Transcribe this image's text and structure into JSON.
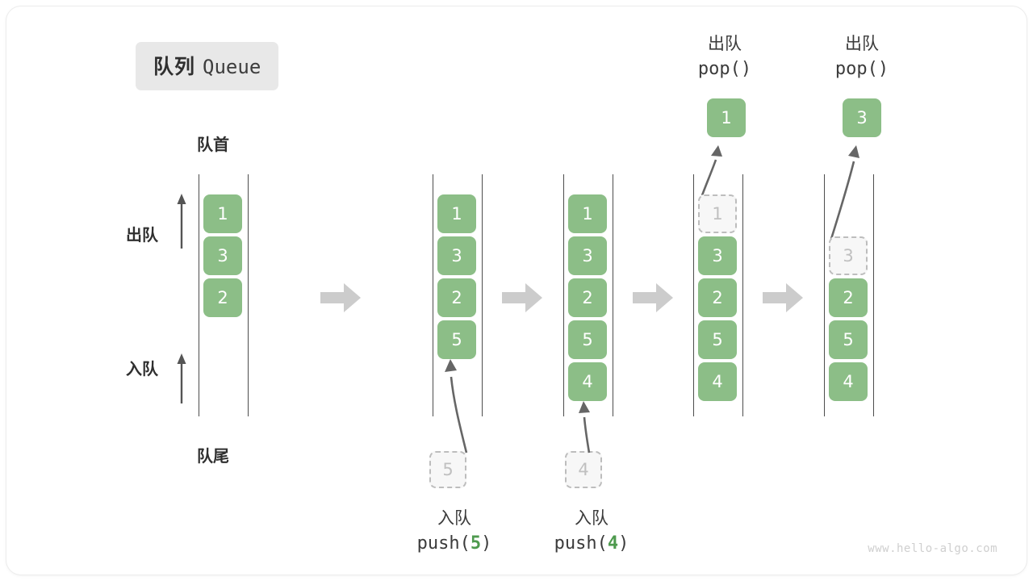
{
  "title": {
    "cn": "队列",
    "en": "Queue"
  },
  "labels": {
    "head": "队首",
    "tail": "队尾",
    "dequeue": "出队",
    "enqueue": "入队"
  },
  "colors": {
    "cell_fill": "#8cbe87",
    "cell_text": "#ffffff",
    "ghost_fill": "#f7f7f7",
    "ghost_border": "#bdbdbd",
    "ghost_text": "#c0c0c0",
    "rail": "#4d4d4d",
    "flow_arrow": "#cccccc",
    "accent_green": "#4e9a4e",
    "badge_bg": "#e8e8e8",
    "text": "#2f2f2f"
  },
  "steps": [
    {
      "id": "initial",
      "cells": [
        "1",
        "3",
        "2"
      ],
      "side_labels": {
        "dequeue": "出队",
        "enqueue": "入队"
      },
      "top_label": {
        "cn": "队首"
      },
      "bottom_label": {
        "cn": "队尾"
      }
    },
    {
      "id": "push-5",
      "cells": [
        "1",
        "3",
        "2",
        "5"
      ],
      "incoming_value": "5",
      "caption": {
        "cn": "入队",
        "code_prefix": "push(",
        "code_value": "5",
        "code_suffix": ")"
      }
    },
    {
      "id": "push-4",
      "cells": [
        "1",
        "3",
        "2",
        "5",
        "4"
      ],
      "incoming_value": "4",
      "caption": {
        "cn": "入队",
        "code_prefix": "push(",
        "code_value": "4",
        "code_suffix": ")"
      }
    },
    {
      "id": "pop-1",
      "cells": [
        "3",
        "2",
        "5",
        "4"
      ],
      "removed_value": "1",
      "popped_value": "1",
      "caption": {
        "cn": "出队",
        "code": "pop()"
      }
    },
    {
      "id": "pop-3",
      "cells": [
        "2",
        "5",
        "4"
      ],
      "removed_value": "3",
      "popped_value": "3",
      "caption": {
        "cn": "出队",
        "code": "pop()"
      }
    }
  ],
  "flow_arrows": [
    {
      "id": "flow-1"
    },
    {
      "id": "flow-2"
    },
    {
      "id": "flow-3"
    },
    {
      "id": "flow-4"
    }
  ],
  "watermark": "www.hello-algo.com"
}
